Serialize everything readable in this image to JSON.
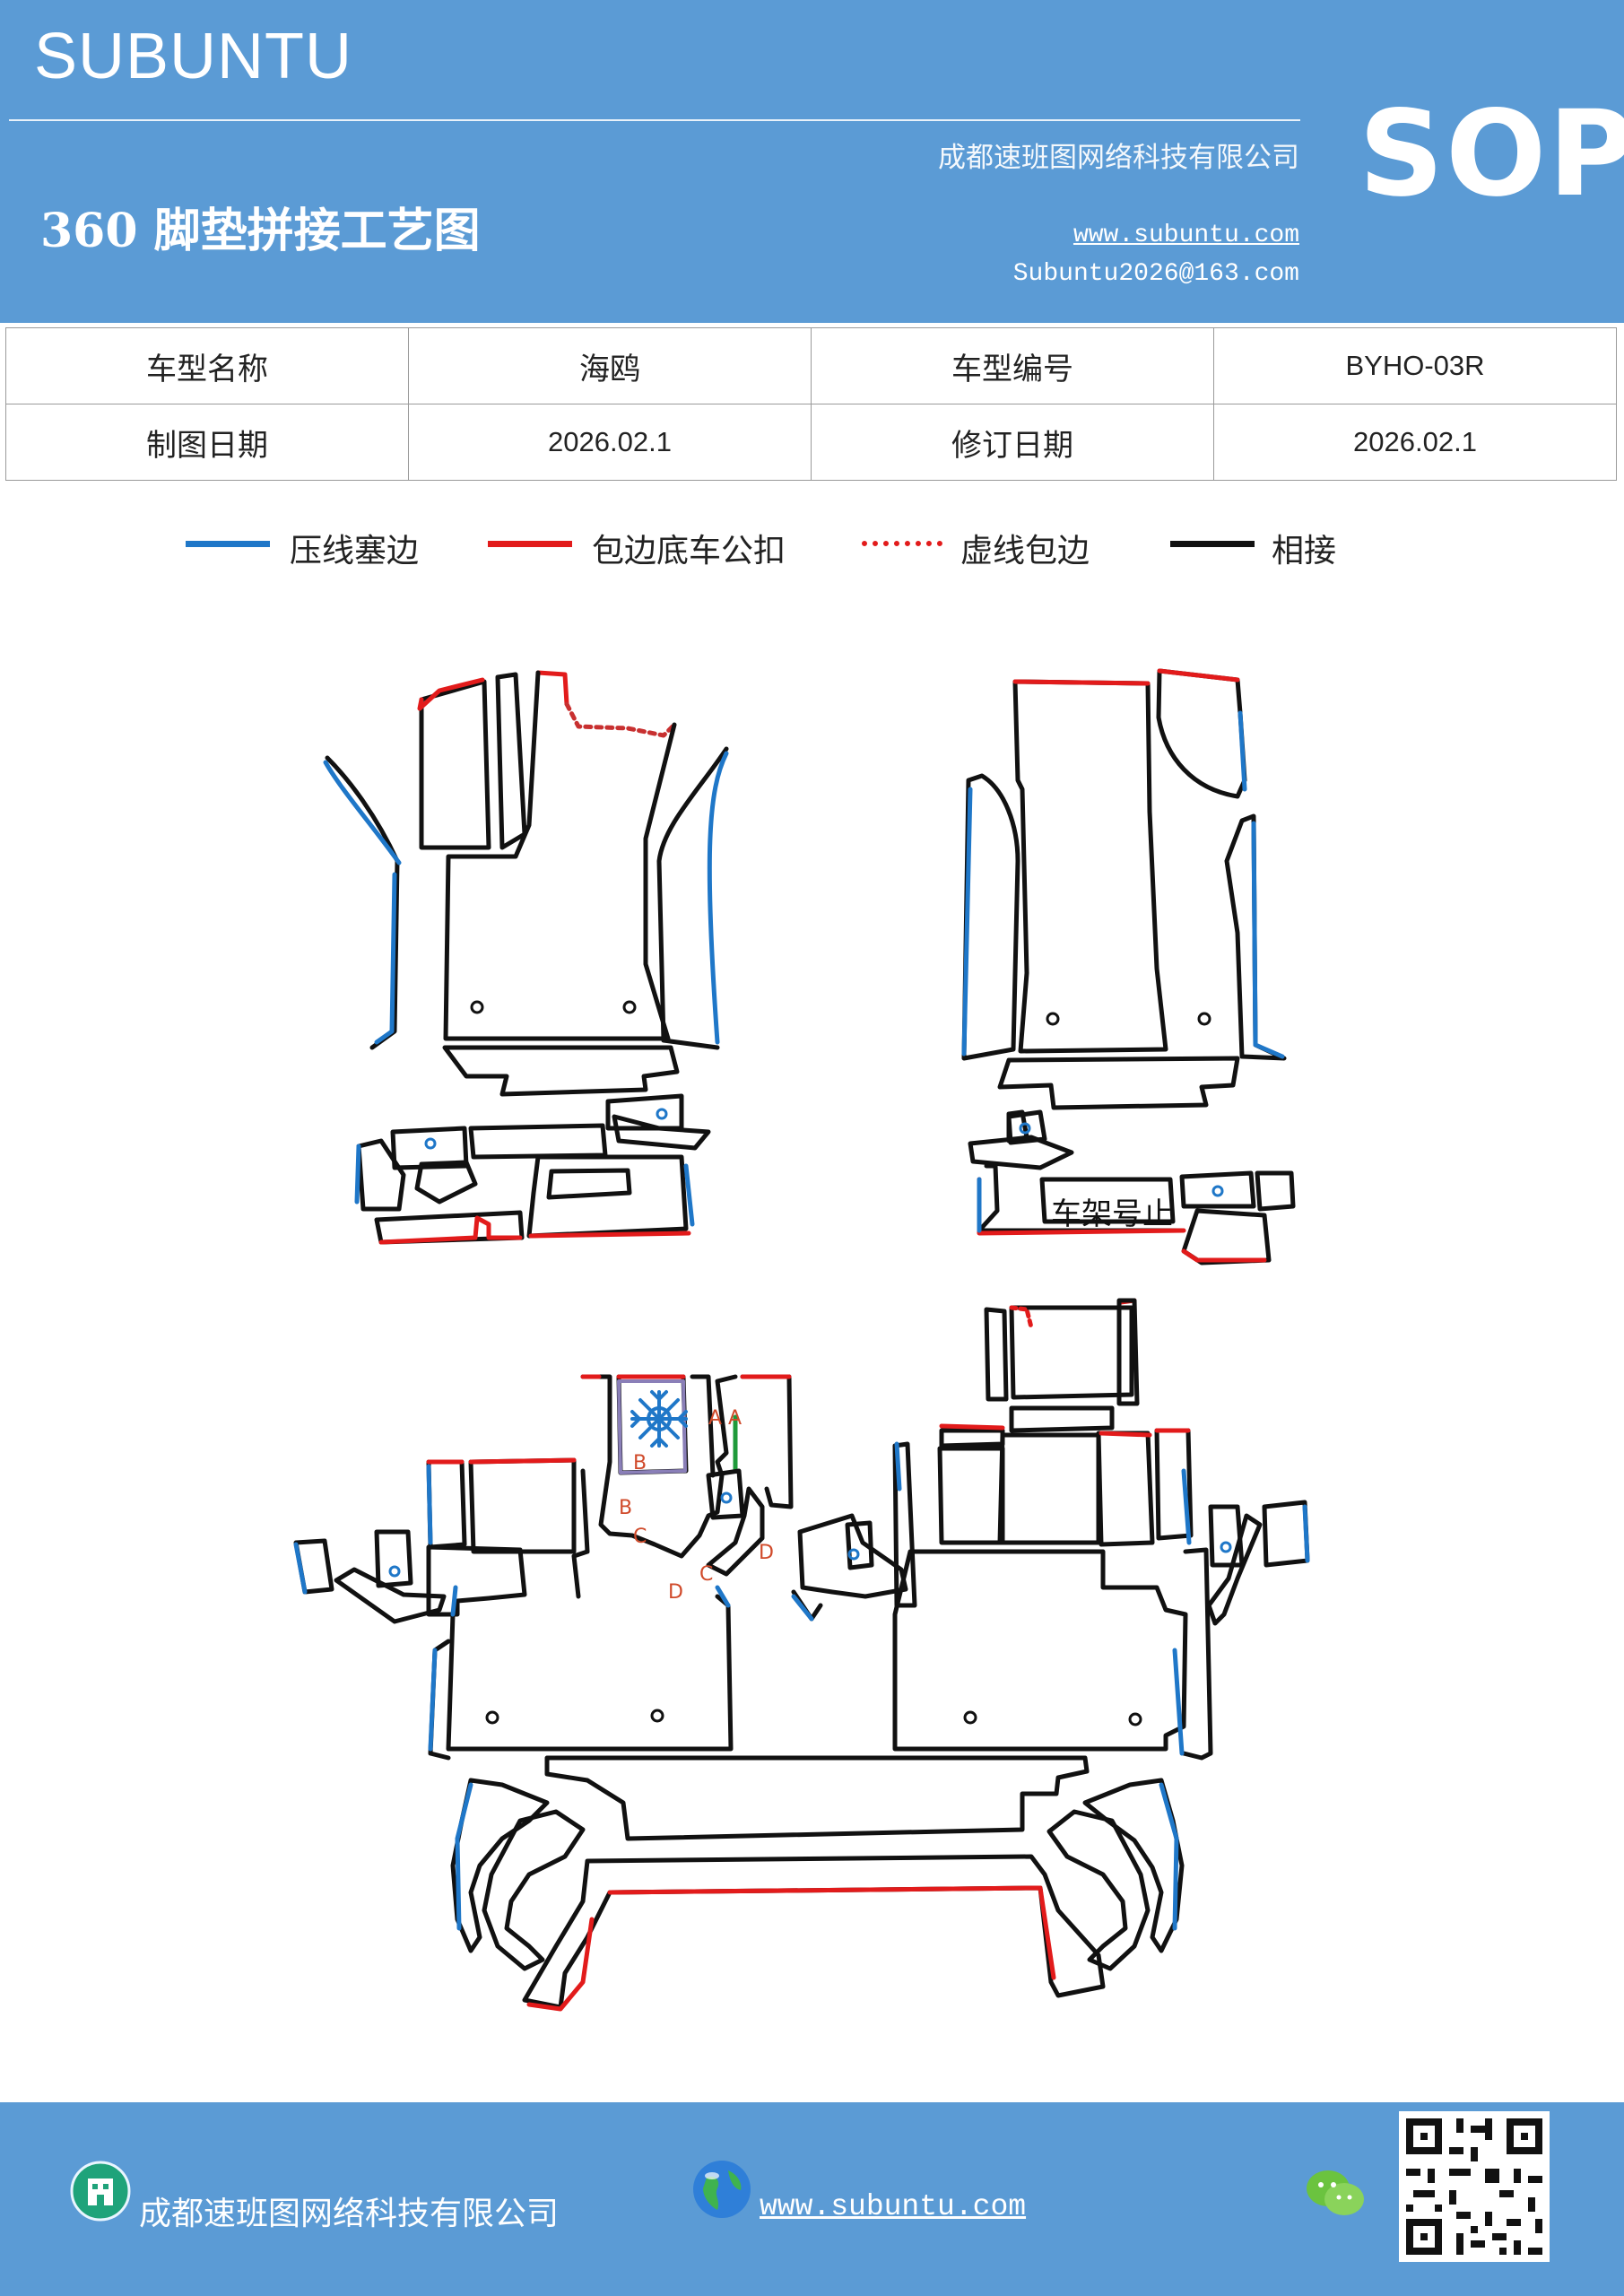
{
  "header": {
    "brand": "SUBUNTU",
    "company": "成都速班图网络科技有限公司",
    "title": "360 脚垫拼接工艺图",
    "website": "www.subuntu.com",
    "email": "Subuntu2026@163.com",
    "badge": "SOP"
  },
  "info": {
    "model_name_label": "车型名称",
    "model_name": "海鸥",
    "model_code_label": "车型编号",
    "model_code": "BYHO-03R",
    "drawing_date_label": "制图日期",
    "drawing_date": "2026.02.1",
    "revision_date_label": "修订日期",
    "revision_date": "2026.02.1"
  },
  "legend": [
    {
      "label": "压线塞边",
      "color": "#1f77c8",
      "style": "solid"
    },
    {
      "label": "包边底车公扣",
      "color": "#e21b1b",
      "style": "solid"
    },
    {
      "label": "虚线包边",
      "color": "#e21b1b",
      "style": "dotted"
    },
    {
      "label": "相接",
      "color": "#111111",
      "style": "solid"
    }
  ],
  "diagram": {
    "frame_label": "车架号止",
    "part_marks": [
      "A",
      "A",
      "B",
      "B",
      "C",
      "C",
      "D",
      "D"
    ]
  },
  "footer": {
    "company": "成都速班图网络科技有限公司",
    "website": "www.subuntu.com"
  },
  "colors": {
    "header_bg": "#5b9bd5",
    "blue_line": "#1f77c8",
    "red_line": "#e21b1b",
    "black_line": "#111111"
  }
}
